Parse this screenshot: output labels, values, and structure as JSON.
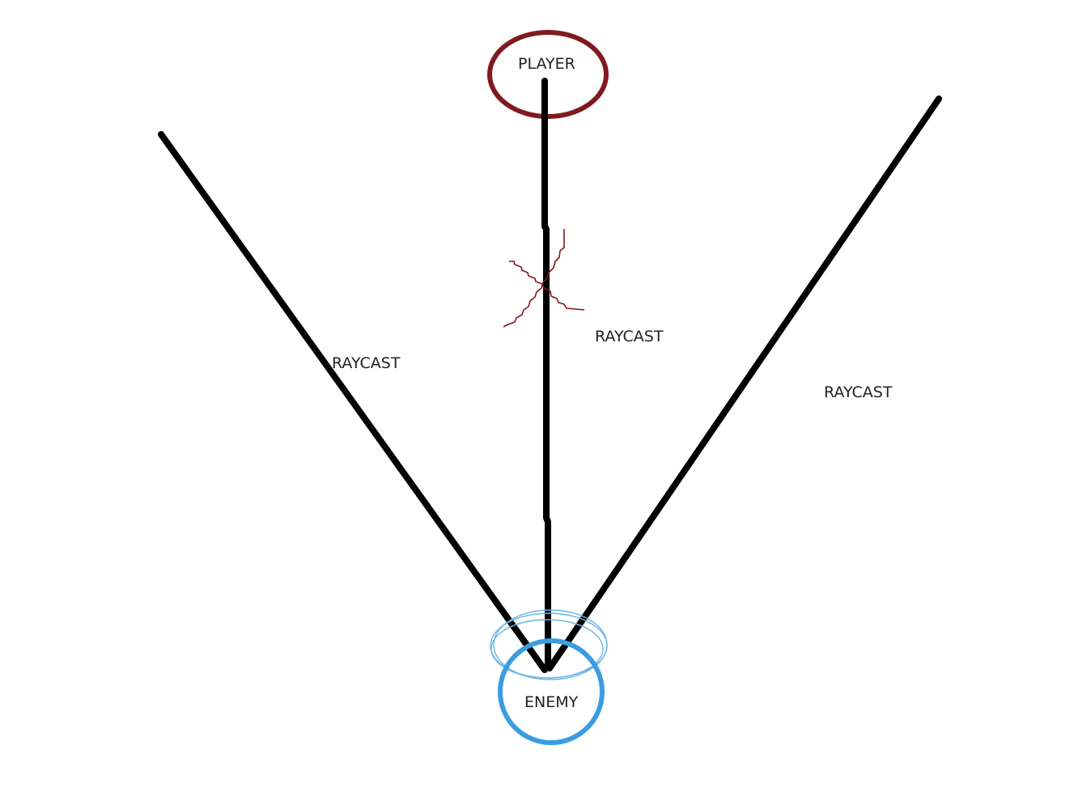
{
  "labels": {
    "player": "PLAYER",
    "enemy": "ENEMY",
    "raycast_left": "RAYCAST",
    "raycast_center": "RAYCAST",
    "raycast_right": "RAYCAST"
  },
  "colors": {
    "background": "#ffffff",
    "ray": "#000000",
    "player_circle": "#7f1a1f",
    "enemy_circle": "#3a9de0",
    "enemy_scribble": "#6ab4e8",
    "blocked_mark": "#7f1a1f",
    "text": "#222222"
  },
  "rays": [
    {
      "name": "raycast-left",
      "blocked": false
    },
    {
      "name": "raycast-center",
      "blocked": true
    },
    {
      "name": "raycast-right",
      "blocked": false
    }
  ]
}
